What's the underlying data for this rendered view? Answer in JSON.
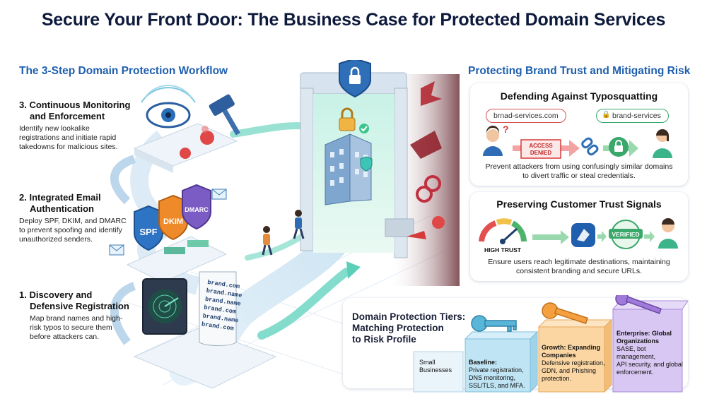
{
  "title": "Secure Your Front Door: The Business Case for Protected Domain Services",
  "workflow": {
    "heading": "The 3-Step Domain Protection Workflow",
    "steps": [
      {
        "title_1": "3. Continuous Monitoring",
        "title_2": "and Enforcement",
        "desc_1": "Identify new lookalike",
        "desc_2": "registrations and initiate rapid",
        "desc_3": "takedowns for malicious sites."
      },
      {
        "title_1": "2. Integrated Email",
        "title_2": "Authentication",
        "desc_1": "Deploy SPF, DKIM, and DMARC",
        "desc_2": "to prevent spoofing and identify",
        "desc_3": "unauthorized senders."
      },
      {
        "title_1": "1. Discovery and",
        "title_2": "Defensive Registration",
        "desc_1": "Map brand names and high-",
        "desc_2": "risk typos to secure them",
        "desc_3": "before attackers can."
      }
    ],
    "shields": [
      "SPF",
      "DKIM",
      "DMARC"
    ],
    "scroll_domains": [
      "brand.com",
      "brand.name",
      "brand.name",
      "brand.com",
      "brand.name",
      "brand.com"
    ]
  },
  "brand_trust": {
    "heading": "Protecting Brand Trust and Mitigating Risk",
    "typosquatting": {
      "title": "Defending Against Typosquatting",
      "fake_domain": "brnad-services.com",
      "access_denied_1": "ACCESS",
      "access_denied_2": "DENIED",
      "real_domain": "brand-services",
      "desc_1": "Prevent attackers from using confusingly similar domains",
      "desc_2": "to divert traffic or steal credentials."
    },
    "trust_signals": {
      "title": "Preserving Customer Trust Signals",
      "gauge_label": "HIGH TRUST",
      "verified_label": "VERIFIED",
      "desc_1": "Ensure users reach legitimate destinations, maintaining",
      "desc_2": "consistent branding and secure URLs."
    }
  },
  "tiers": {
    "heading_1": "Domain Protection Tiers:",
    "heading_2": "Matching Protection",
    "heading_3": "to Risk Profile",
    "items": [
      {
        "name_1": "Small",
        "name_2": "Businesses",
        "desc": []
      },
      {
        "name_1": "Baseline:",
        "name_2": "",
        "desc": [
          "Private registration,",
          "DNS monitoring,",
          "SSL/TLS, and MFA."
        ]
      },
      {
        "name_1": "Growth: Expanding",
        "name_2": "Companies",
        "desc": [
          "Defensive registration,",
          "GDN, and Phishing",
          "protection."
        ]
      },
      {
        "name_1": "Enterprise: Global",
        "name_2": "Organizations",
        "desc": [
          "SASE, bot management,",
          "API security, and global",
          "enforcement."
        ]
      }
    ]
  },
  "colors": {
    "accent_blue": "#1f5fae",
    "teal": "#3cc4b4",
    "danger_red": "#d63a3a",
    "tier_blue": "#bfe4f4",
    "tier_orange": "#fbd6a3",
    "tier_purple": "#d8c7f2"
  },
  "icons": [
    "eye-icon",
    "gavel-icon",
    "virus-icon",
    "envelope-icon",
    "radar-icon",
    "shield-lock-icon",
    "building-icon",
    "broken-chain-icon",
    "key-icon",
    "gauge-icon",
    "app-icon",
    "verified-badge-icon",
    "person-icon"
  ]
}
